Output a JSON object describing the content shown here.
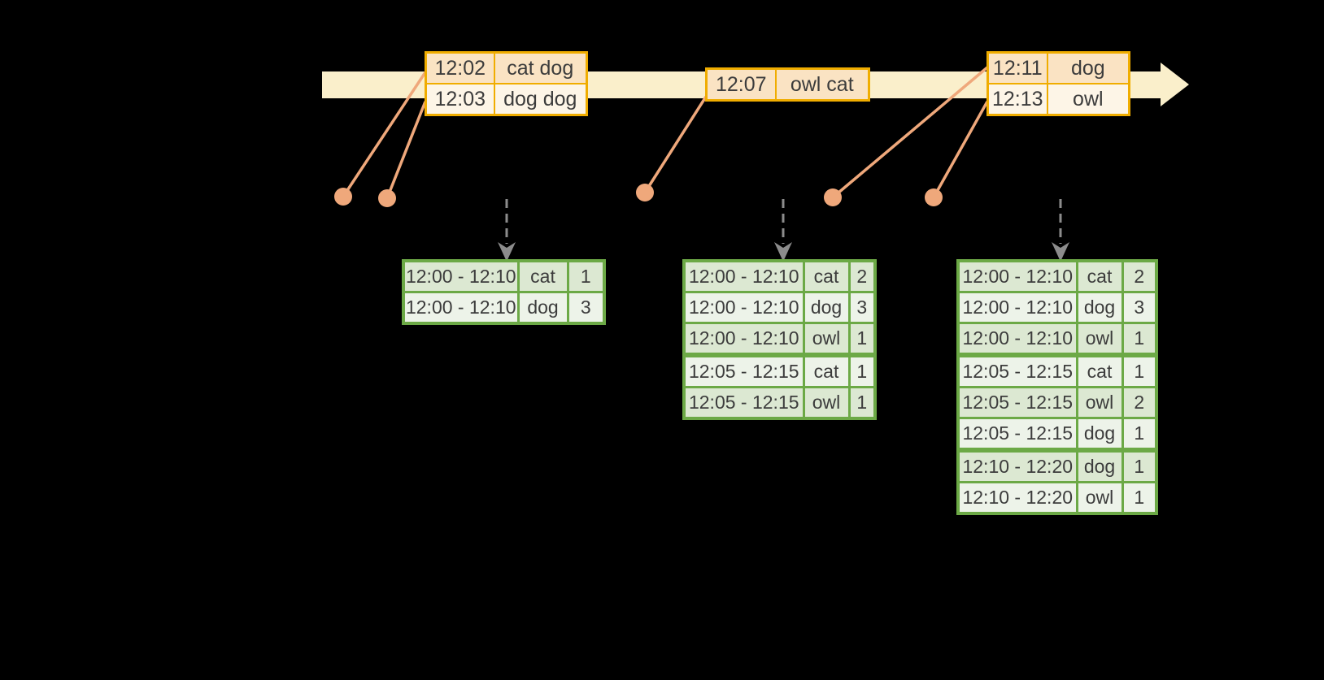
{
  "diagram": {
    "colors": {
      "background": "#000000",
      "band": "#FAEFCB",
      "gold": "#F0AD00",
      "peach": "#FAE3C3",
      "cream": "#FDF5E7",
      "salmon": "#EFA87B",
      "green": "#6CA946",
      "green_row_dark": "#DCE8D2",
      "green_row_light": "#EDF3E9",
      "arrow_gray": "#8C8C8C",
      "text": "#3C3C3C"
    },
    "timeline": {
      "event_groups": [
        {
          "rows": [
            {
              "time": "12:02",
              "words": "cat dog"
            },
            {
              "time": "12:03",
              "words": "dog dog"
            }
          ]
        },
        {
          "rows": [
            {
              "time": "12:07",
              "words": "owl cat"
            }
          ]
        },
        {
          "rows": [
            {
              "time": "12:11",
              "words": "dog"
            },
            {
              "time": "12:13",
              "words": "owl"
            }
          ]
        }
      ]
    },
    "result_tables": [
      {
        "rows": [
          {
            "window": "12:00 - 12:10",
            "word": "cat",
            "count": "1"
          },
          {
            "window": "12:00 - 12:10",
            "word": "dog",
            "count": "3"
          }
        ]
      },
      {
        "rows": [
          {
            "window": "12:00 - 12:10",
            "word": "cat",
            "count": "2"
          },
          {
            "window": "12:00 - 12:10",
            "word": "dog",
            "count": "3"
          },
          {
            "window": "12:00 - 12:10",
            "word": "owl",
            "count": "1"
          },
          {
            "window": "12:05 - 12:15",
            "word": "cat",
            "count": "1"
          },
          {
            "window": "12:05 - 12:15",
            "word": "owl",
            "count": "1"
          }
        ]
      },
      {
        "rows": [
          {
            "window": "12:00 - 12:10",
            "word": "cat",
            "count": "2"
          },
          {
            "window": "12:00 - 12:10",
            "word": "dog",
            "count": "3"
          },
          {
            "window": "12:00 - 12:10",
            "word": "owl",
            "count": "1"
          },
          {
            "window": "12:05 - 12:15",
            "word": "cat",
            "count": "1"
          },
          {
            "window": "12:05 - 12:15",
            "word": "owl",
            "count": "2"
          },
          {
            "window": "12:05 - 12:15",
            "word": "dog",
            "count": "1"
          },
          {
            "window": "12:10 - 12:20",
            "word": "dog",
            "count": "1"
          },
          {
            "window": "12:10 - 12:20",
            "word": "owl",
            "count": "1"
          }
        ]
      }
    ]
  }
}
